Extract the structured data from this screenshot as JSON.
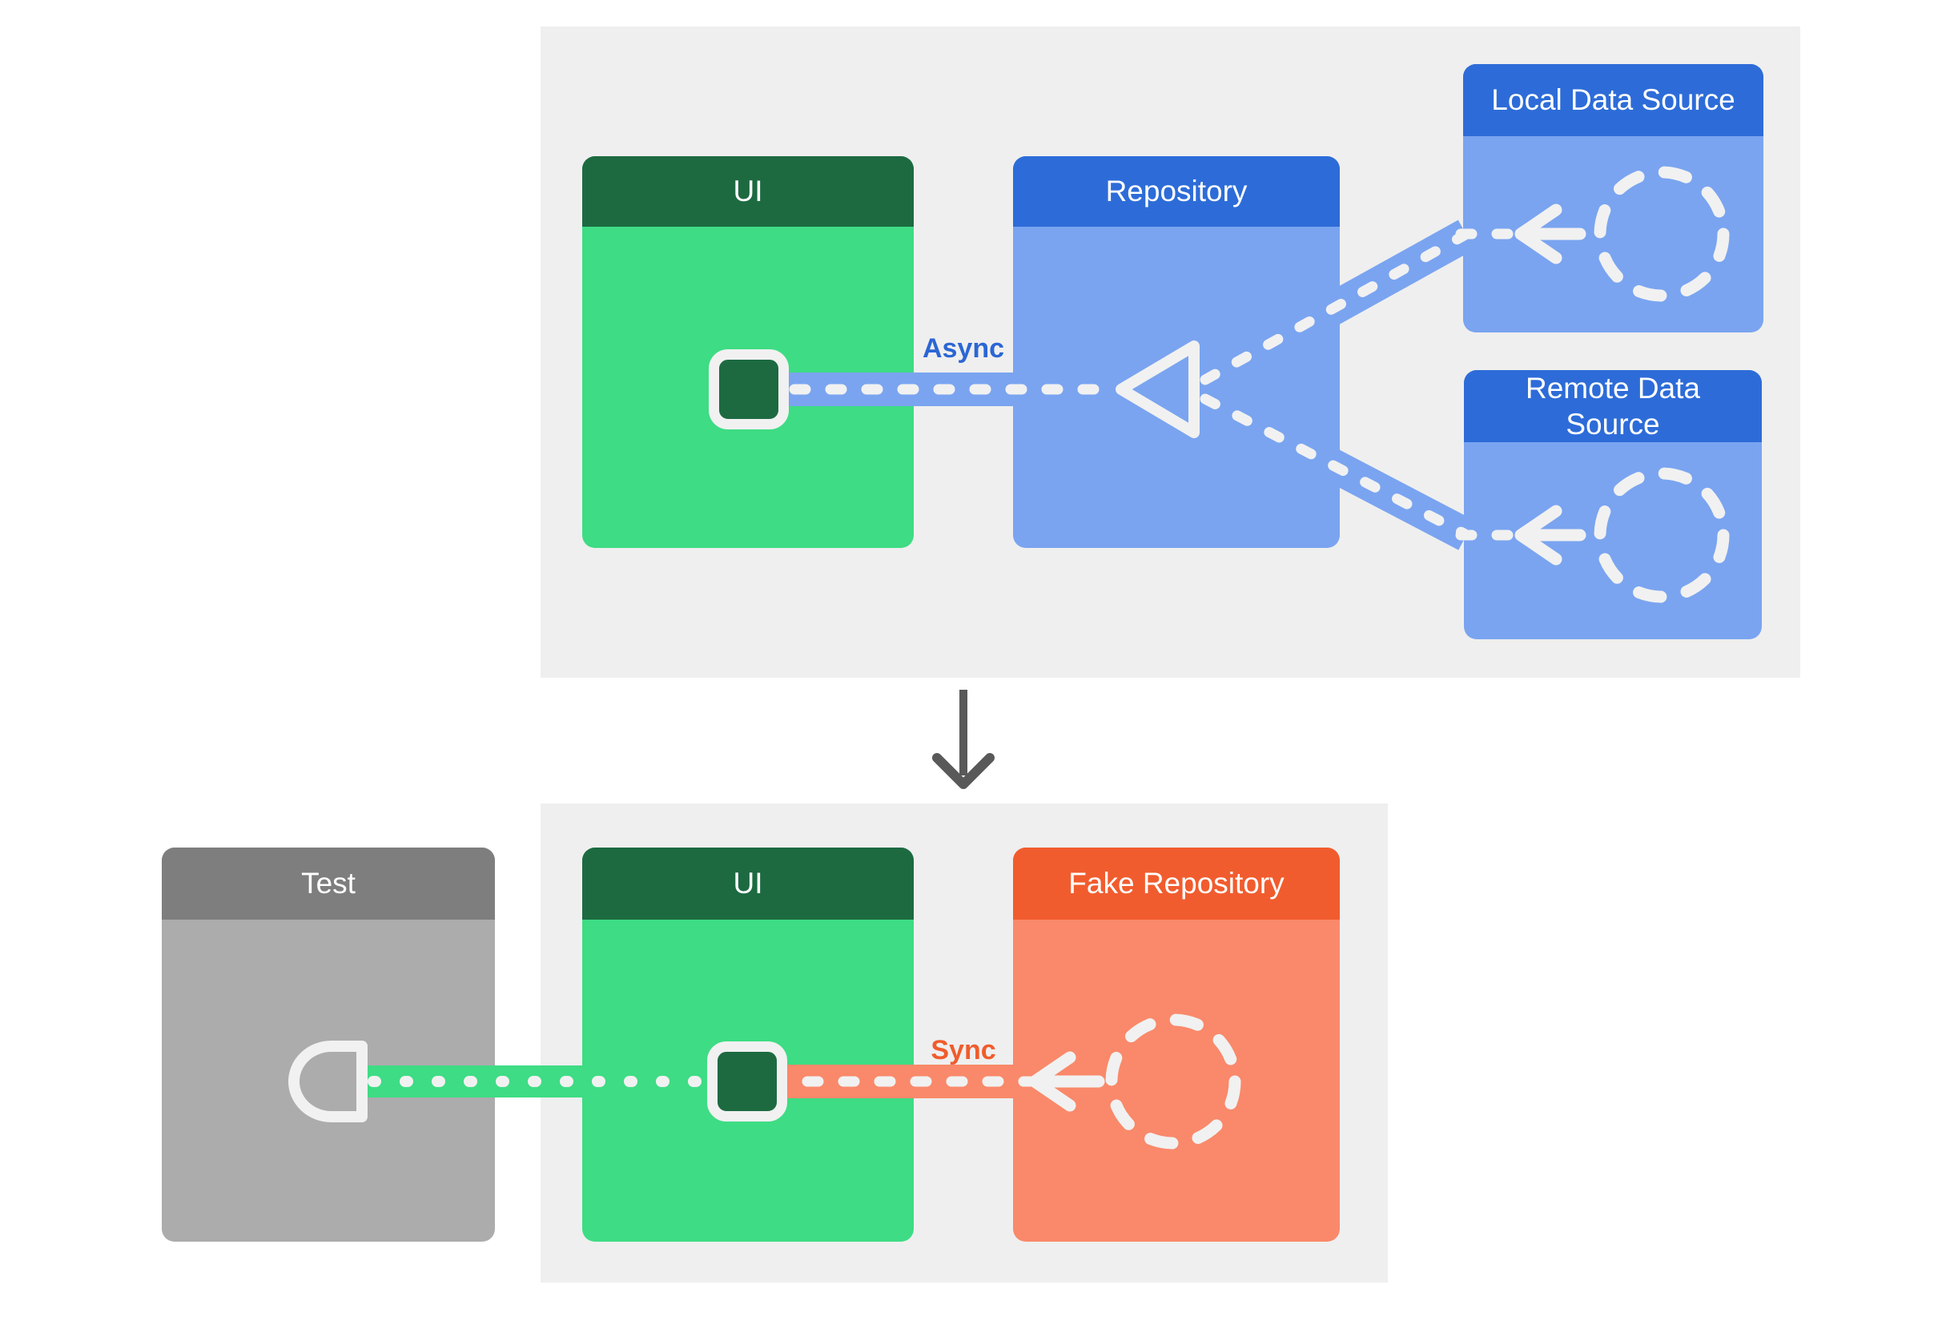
{
  "palette": {
    "page_bg": "#ffffff",
    "panel_bg": "#efefef",
    "dash": "#f1f1f1",
    "green_header": "#1d6a41",
    "green_body": "#3edc84",
    "blue_header": "#2d6cd8",
    "blue_body": "#7aa4f0",
    "orange_header": "#f15c2e",
    "orange_body": "#f9896a",
    "gray_header": "#7e7e7e",
    "gray_body": "#acacac",
    "down_arrow": "#595959",
    "async_label": "#2b66d4",
    "sync_label": "#f05c2c"
  },
  "top_diagram": {
    "ui_box": {
      "label": "UI"
    },
    "repository_box": {
      "label": "Repository"
    },
    "local_data_source_box": {
      "label": "Local Data Source"
    },
    "remote_data_source_box": {
      "label": "Remote Data Source"
    },
    "connector_label": "Async"
  },
  "bottom_diagram": {
    "test_box": {
      "label": "Test"
    },
    "ui_box": {
      "label": "UI"
    },
    "fake_repository_box": {
      "label": "Fake Repository"
    },
    "connector_label": "Sync"
  },
  "icons": {
    "ui_state_square": "dark rounded square with light border",
    "dashed_circle": "dashed circle placeholder",
    "left_arrow": "arrow pointing left",
    "triangle_arrowhead": "open triangle pointing left",
    "socket": "half-round socket opening left",
    "down_arrow": "arrow pointing down"
  }
}
